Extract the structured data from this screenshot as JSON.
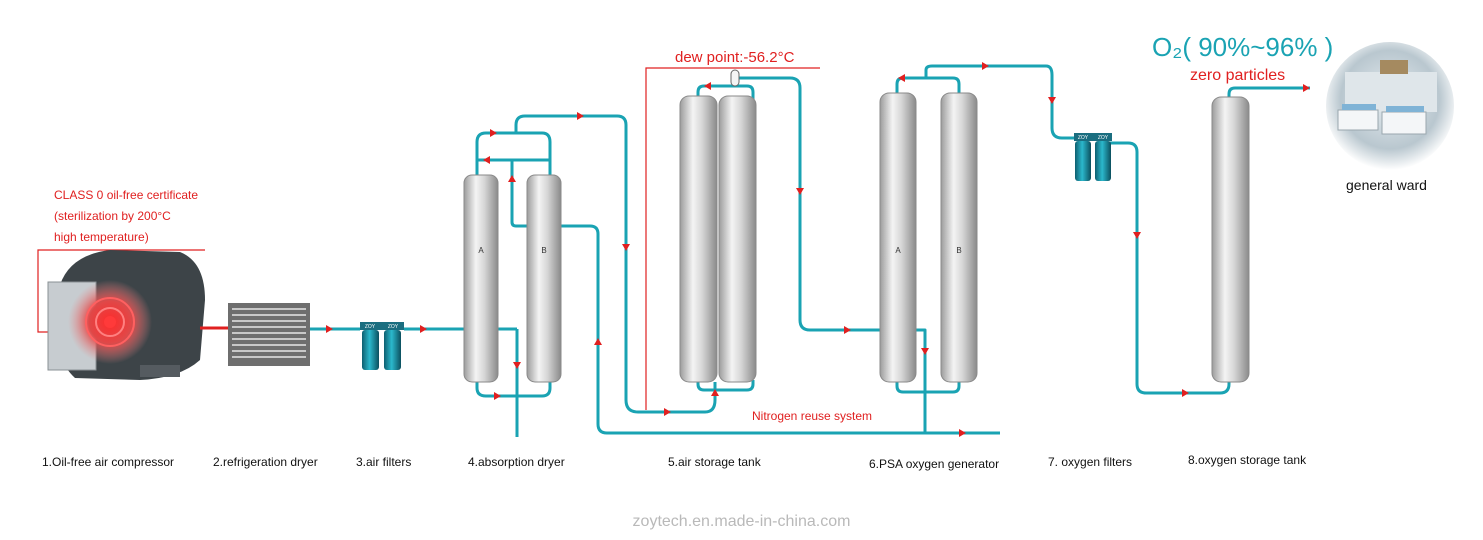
{
  "notes": {
    "compressor_cert": [
      "CLASS 0 oil-free certificate",
      "(sterilization by 200°C",
      "high temperature)"
    ],
    "dew_point": "dew point:-56.2°C",
    "purity": "O₂( 90%~96% )",
    "zero_particles": "zero particles",
    "nitrogen": "Nitrogen reuse system"
  },
  "tank_letters": {
    "a": "A",
    "b": "B"
  },
  "filter_badge": "ZOY",
  "destination": "general ward",
  "steps": [
    "1.Oil-free air compressor",
    "2.refrigeration dryer",
    "3.air filters",
    "4.absorption dryer",
    "5.air storage tank",
    "6.PSA oxygen generator",
    "7. oxygen filters",
    "8.oxygen storage tank"
  ],
  "watermark": "zoytech.en.made-in-china.com",
  "colors": {
    "pipe": "#1aa3b3",
    "arrow": "#e02020",
    "accent": "#e02020"
  }
}
